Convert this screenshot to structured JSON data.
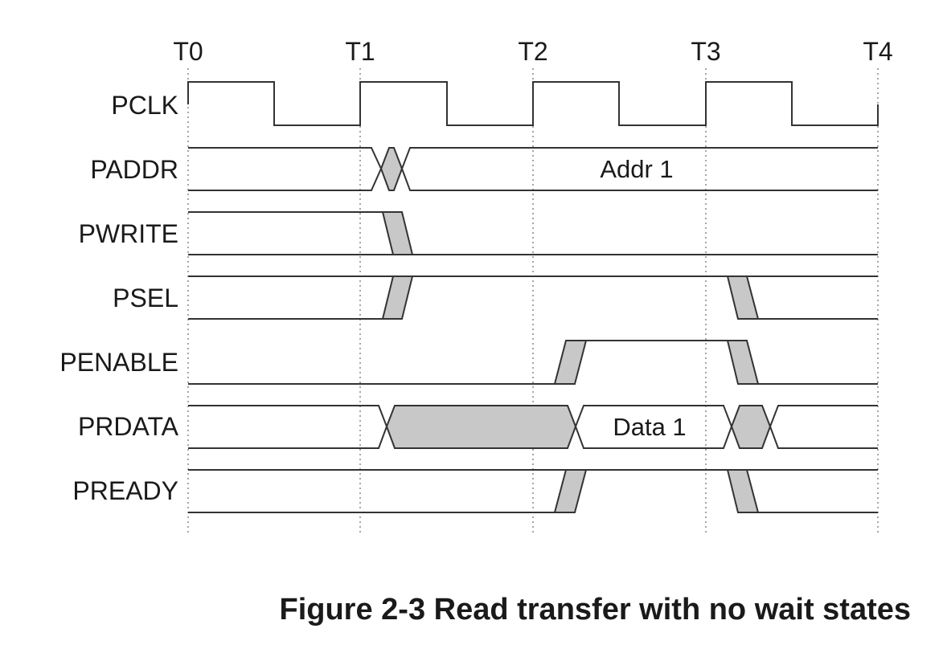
{
  "figure": {
    "caption": "Figure 2-3 Read transfer with no wait states",
    "time_ticks": [
      "T0",
      "T1",
      "T2",
      "T3",
      "T4"
    ],
    "signals": [
      {
        "id": "pclk",
        "label": "PCLK"
      },
      {
        "id": "paddr",
        "label": "PADDR",
        "value_label": "Addr 1"
      },
      {
        "id": "pwrite",
        "label": "PWRITE"
      },
      {
        "id": "psel",
        "label": "PSEL"
      },
      {
        "id": "penable",
        "label": "PENABLE"
      },
      {
        "id": "prdata",
        "label": "PRDATA",
        "value_label": "Data 1"
      },
      {
        "id": "pready",
        "label": "PREADY"
      }
    ]
  }
}
